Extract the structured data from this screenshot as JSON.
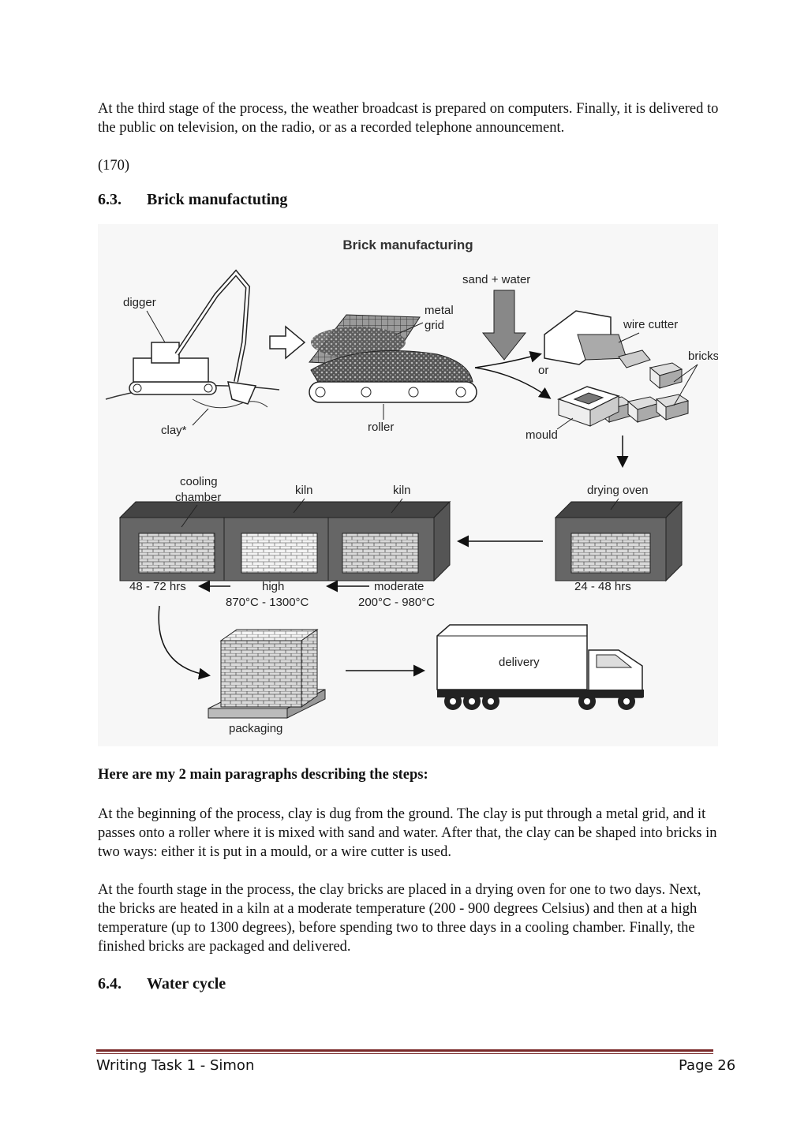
{
  "intro_text": "At the third stage of the process, the weather broadcast is prepared on computers. Finally, it is delivered to the public on television, on the radio, or as a recorded telephone announcement.",
  "word_count": "(170)",
  "section_63": {
    "number": "6.3.",
    "title": "Brick manufactuting"
  },
  "figure": {
    "title": "Brick manufacturing",
    "labels": {
      "digger": "digger",
      "clay": "clay*",
      "metal": "metal",
      "grid": "grid",
      "roller": "roller",
      "sand_water": "sand + water",
      "or": "or",
      "wire_cutter": "wire cutter",
      "bricks": "bricks",
      "mould": "mould",
      "cooling": "cooling",
      "chamber": "chamber",
      "kiln1": "kiln",
      "kiln2": "kiln",
      "drying_oven": "drying oven",
      "cooling_time": "48 - 72 hrs",
      "high": "high",
      "high_temp": "870°C - 1300°C",
      "moderate": "moderate",
      "moderate_temp": "200°C - 980°C",
      "drying_time": "24 - 48 hrs",
      "packaging": "packaging",
      "delivery": "delivery"
    }
  },
  "paragraphs_heading": "Here are my 2 main paragraphs describing the steps:",
  "paragraph1": "At the beginning of the process, clay is dug from the ground. The clay is put through a metal grid, and it passes onto a roller where it is mixed with sand and water. After that, the clay can be shaped into bricks in two ways: either it is put in a mould, or a wire cutter is used.",
  "paragraph2": "At the fourth stage in the process, the clay bricks are placed in a drying oven for one to two days. Next, the bricks are heated in a kiln at a moderate temperature (200 - 900 degrees Celsius) and then at a high temperature (up to 1300 degrees), before spending two to three days in a cooling chamber. Finally, the finished bricks are packaged and delivered.",
  "section_64": {
    "number": "6.4.",
    "title": "Water cycle"
  },
  "footer": {
    "left": "Writing Task 1 - Simon",
    "right": "Page 26"
  }
}
